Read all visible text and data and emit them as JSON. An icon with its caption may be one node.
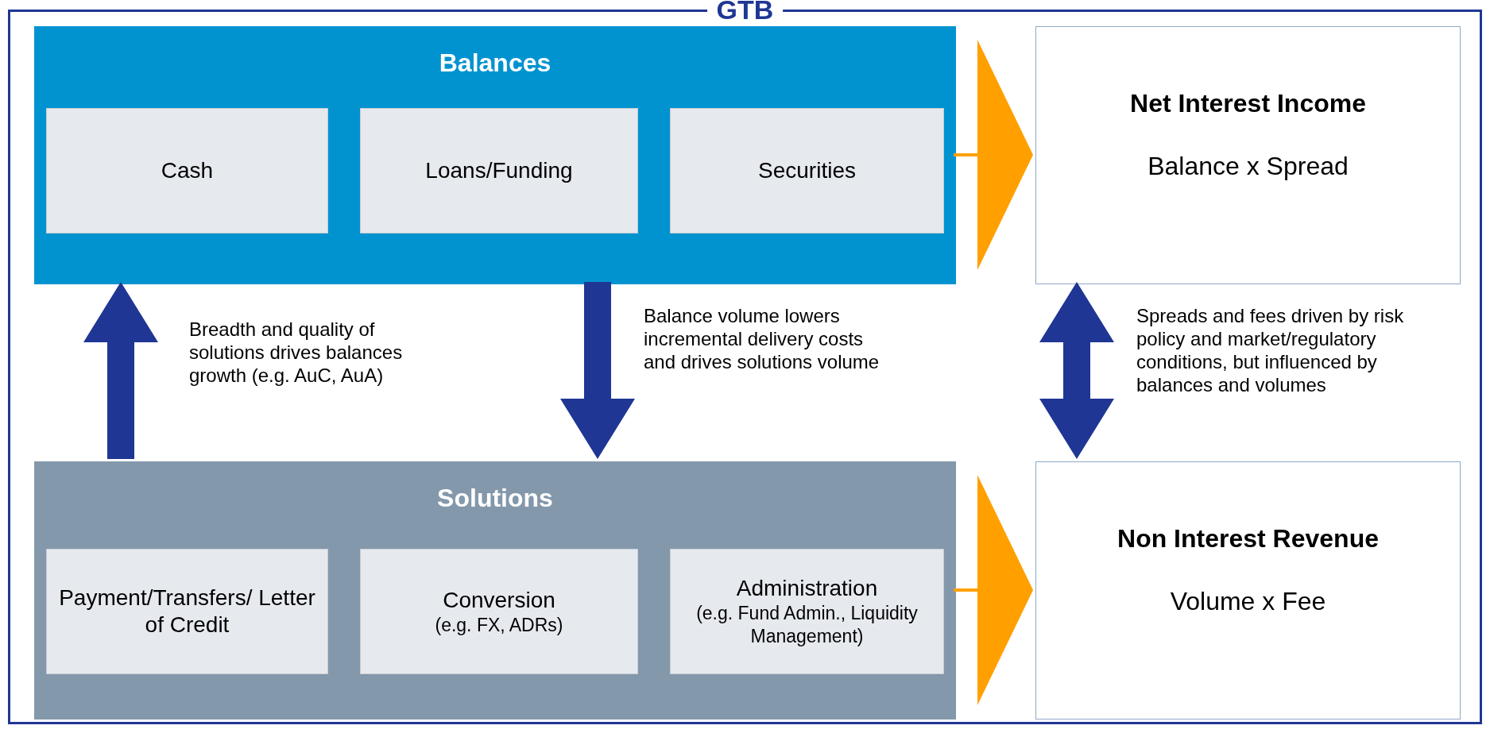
{
  "diagram": {
    "nodes": [
      {
        "text": [
          "GTB"
        ]
      },
      {
        "text": [
          "Balances"
        ],
        "in": 0
      },
      {
        "text": [
          "Cash"
        ],
        "in": 1
      },
      {
        "text": [
          "Loans/Funding"
        ],
        "in": 1
      },
      {
        "text": [
          "Securities"
        ],
        "in": 1
      },
      {
        "text": [
          "Net Interest Income",
          "Balance x Spread"
        ],
        "in": 0
      },
      {
        "text": [
          "Solutions"
        ],
        "in": 0
      },
      {
        "text": [
          "Payment/Transfers/ Letter of Credit"
        ],
        "in": 6
      },
      {
        "text": [
          "Conversion",
          "(e.g. FX, ADRs)"
        ],
        "in": 6
      },
      {
        "text": [
          "Administration",
          "(e.g. Fund Admin., Liquidity Management)"
        ],
        "in": 6
      },
      {
        "text": [
          "Non Interest Revenue",
          "Volume x Fee"
        ],
        "in": 0
      }
    ],
    "edges": [
      {
        "from": 1,
        "to": 5,
        "arrow": "to",
        "color": "#ffa000"
      },
      {
        "from": 6,
        "to": 1,
        "arrow": "to",
        "label": "Breadth and quality of solutions drives balances growth (e.g. AuC, AuA)"
      },
      {
        "from": 1,
        "to": 6,
        "arrow": "to",
        "label": "Balance volume lowers incremental delivery costs and drives solutions volume"
      },
      {
        "from": 5,
        "to": 10,
        "arrow": "both",
        "label": "Spreads and fees driven by risk policy and market/regulatory conditions, but influenced by balances and volumes"
      },
      {
        "from": 6,
        "to": 10,
        "arrow": "to",
        "color": "#ffa000"
      }
    ]
  }
}
